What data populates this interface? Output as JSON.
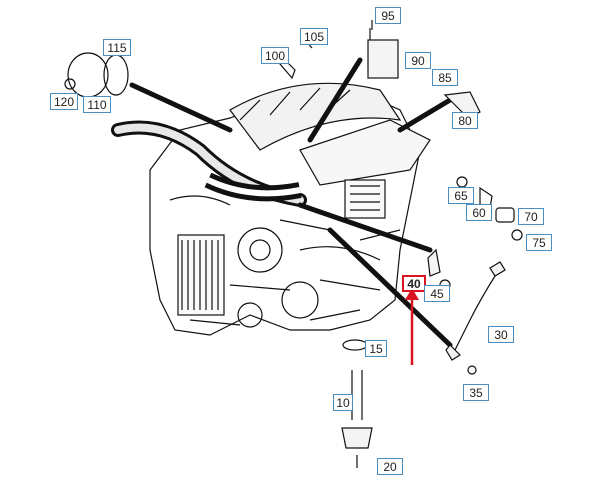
{
  "diagram": {
    "highlight_color": "#d9141e",
    "callout_border_color": "#4a8fc4",
    "callouts": [
      {
        "id": "c95",
        "label": "95"
      },
      {
        "id": "c115",
        "label": "115"
      },
      {
        "id": "c105",
        "label": "105"
      },
      {
        "id": "c100",
        "label": "100"
      },
      {
        "id": "c90",
        "label": "90"
      },
      {
        "id": "c85",
        "label": "85"
      },
      {
        "id": "c120",
        "label": "120"
      },
      {
        "id": "c110",
        "label": "110"
      },
      {
        "id": "c80",
        "label": "80"
      },
      {
        "id": "c65",
        "label": "65"
      },
      {
        "id": "c60",
        "label": "60"
      },
      {
        "id": "c70",
        "label": "70"
      },
      {
        "id": "c75",
        "label": "75"
      },
      {
        "id": "c40",
        "label": "40",
        "highlighted": true
      },
      {
        "id": "c45",
        "label": "45"
      },
      {
        "id": "c30",
        "label": "30"
      },
      {
        "id": "c15",
        "label": "15"
      },
      {
        "id": "c35",
        "label": "35"
      },
      {
        "id": "c10",
        "label": "10"
      },
      {
        "id": "c20",
        "label": "20"
      }
    ]
  }
}
